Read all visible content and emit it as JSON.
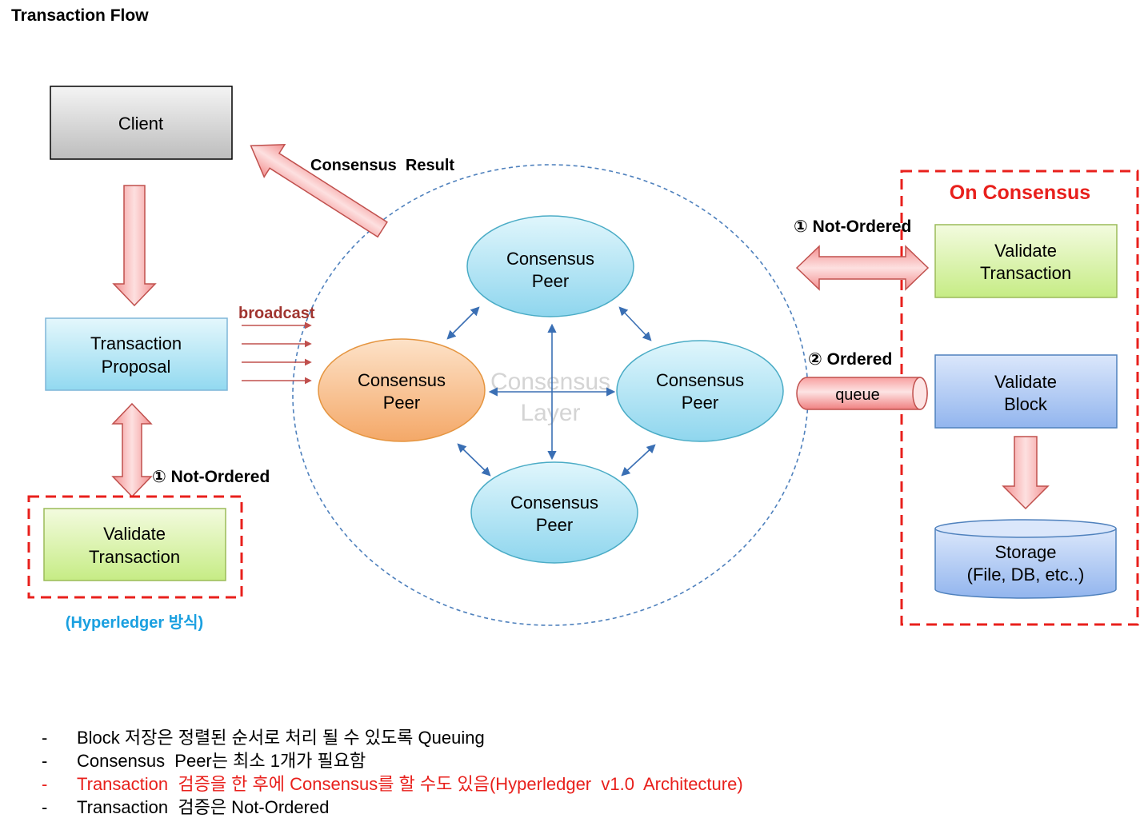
{
  "title": "Transaction Flow",
  "nodes": {
    "client": "Client",
    "transaction_proposal": [
      "Transaction",
      "Proposal"
    ],
    "validate_transaction_left": [
      "Validate",
      "Transaction"
    ],
    "consensus_peer_top": [
      "Consensus",
      "Peer"
    ],
    "consensus_peer_left": [
      "Consensus",
      "Peer"
    ],
    "consensus_peer_right": [
      "Consensus",
      "Peer"
    ],
    "consensus_peer_bottom": [
      "Consensus",
      "Peer"
    ],
    "consensus_layer": [
      "Consensus",
      "Layer"
    ],
    "validate_transaction_right": [
      "Validate",
      "Transaction"
    ],
    "validate_block": [
      "Validate",
      "Block"
    ],
    "storage": [
      "Storage",
      "(File, DB, etc..)"
    ],
    "queue": "queue"
  },
  "labels": {
    "consensus_result": "Consensus  Result",
    "broadcast": "broadcast",
    "not_ordered_left": "① Not-Ordered",
    "hyperledger_method": "(Hyperledger 방식)",
    "on_consensus": "On Consensus",
    "not_ordered_right": "① Not-Ordered",
    "ordered": "② Ordered"
  },
  "notes": [
    {
      "dash": "-",
      "text": "Block 저장은 정렬된 순서로 처리 될 수 있도록 Queuing",
      "highlight": false
    },
    {
      "dash": "-",
      "text": "Consensus  Peer는 최소 1개가 필요함",
      "highlight": false
    },
    {
      "dash": "-",
      "text": "Transaction  검증을 한 후에 Consensus를 할 수도 있음(Hyperledger  v1.0  Architecture)",
      "highlight": true
    },
    {
      "dash": "-",
      "text": "Transaction  검증은 Not-Ordered",
      "highlight": false
    }
  ],
  "colors": {
    "arrow_fill": "#f5a5a5",
    "arrow_stroke": "#c0504d",
    "dashed_box": "#e8201c",
    "peer_blue": "#a8e0f0",
    "peer_orange": "#f8b87a",
    "green_box": "#d8f0a8",
    "blue_box": "#a8c4f0",
    "hyperledger_label": "#1aa0e0"
  }
}
